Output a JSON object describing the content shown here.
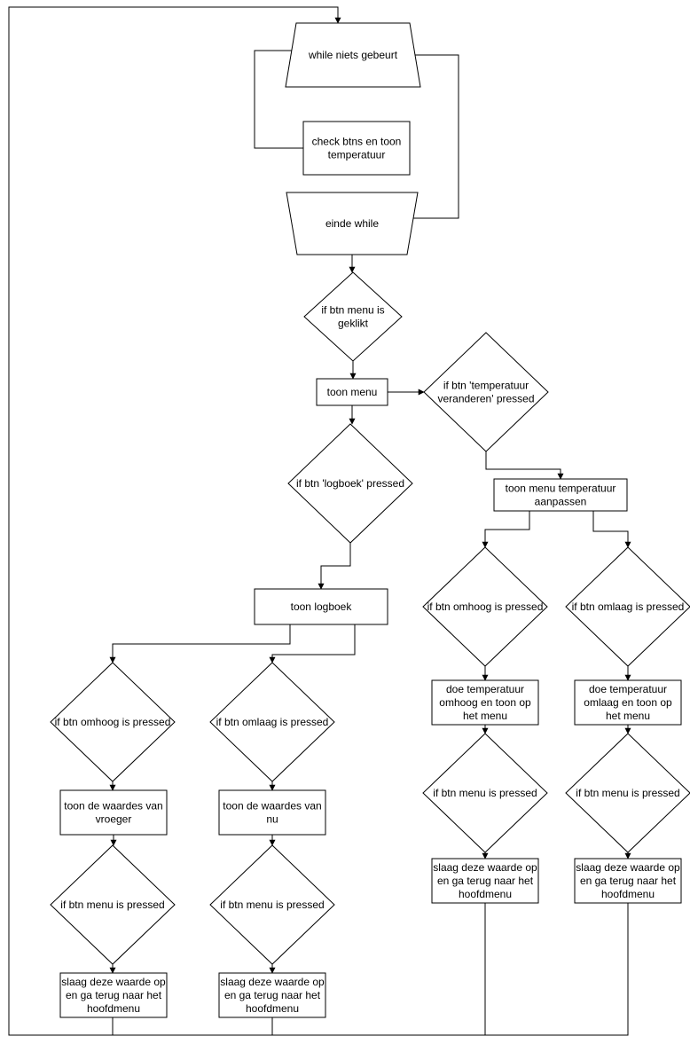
{
  "nodes": {
    "while_start": {
      "lines": [
        "while niets gebeurt"
      ]
    },
    "check_btns": {
      "lines": [
        "check btns en toon",
        "temperatuur"
      ]
    },
    "einde_while": {
      "lines": [
        "einde while"
      ]
    },
    "if_menu": {
      "lines": [
        "if btn menu is",
        "geklikt"
      ]
    },
    "toon_menu": {
      "lines": [
        "toon menu"
      ]
    },
    "if_temp": {
      "lines": [
        "if btn 'temperatuur",
        "veranderen' pressed"
      ]
    },
    "if_logboek": {
      "lines": [
        "if btn 'logboek' pressed"
      ]
    },
    "toon_menu_temp": {
      "lines": [
        "toon menu temperatuur",
        "aanpassen"
      ]
    },
    "toon_logboek": {
      "lines": [
        "toon logboek"
      ]
    },
    "if_omhoog_log": {
      "lines": [
        "if btn omhoog is pressed"
      ]
    },
    "if_omlaag_log": {
      "lines": [
        "if btn omlaag is pressed"
      ]
    },
    "if_omhoog_temp": {
      "lines": [
        "if btn omhoog is pressed"
      ]
    },
    "if_omlaag_temp": {
      "lines": [
        "if btn omlaag is pressed"
      ]
    },
    "toon_vroeger": {
      "lines": [
        "toon de waardes van",
        "vroeger"
      ]
    },
    "toon_nu": {
      "lines": [
        "toon de waardes van",
        "nu"
      ]
    },
    "doe_omhoog": {
      "lines": [
        "doe temperatuur",
        "omhoog en toon op",
        "het menu"
      ]
    },
    "doe_omlaag": {
      "lines": [
        "doe temperatuur",
        "omlaag en toon op",
        "het menu"
      ]
    },
    "if_menu_1": {
      "lines": [
        "if btn menu is pressed"
      ]
    },
    "if_menu_2": {
      "lines": [
        "if btn menu is pressed"
      ]
    },
    "if_menu_3": {
      "lines": [
        "if btn menu is pressed"
      ]
    },
    "if_menu_4": {
      "lines": [
        "if btn menu is pressed"
      ]
    },
    "slaag_1": {
      "lines": [
        "slaag deze waarde op",
        "en ga terug naar het",
        "hoofdmenu"
      ]
    },
    "slaag_2": {
      "lines": [
        "slaag deze waarde op",
        "en ga terug naar het",
        "hoofdmenu"
      ]
    },
    "slaag_3": {
      "lines": [
        "slaag deze waarde op",
        "en ga terug naar het",
        "hoofdmenu"
      ]
    },
    "slaag_4": {
      "lines": [
        "slaag deze waarde op",
        "en ga terug naar het",
        "hoofdmenu"
      ]
    }
  },
  "colors": {
    "stroke": "#000000",
    "fill": "#ffffff"
  }
}
